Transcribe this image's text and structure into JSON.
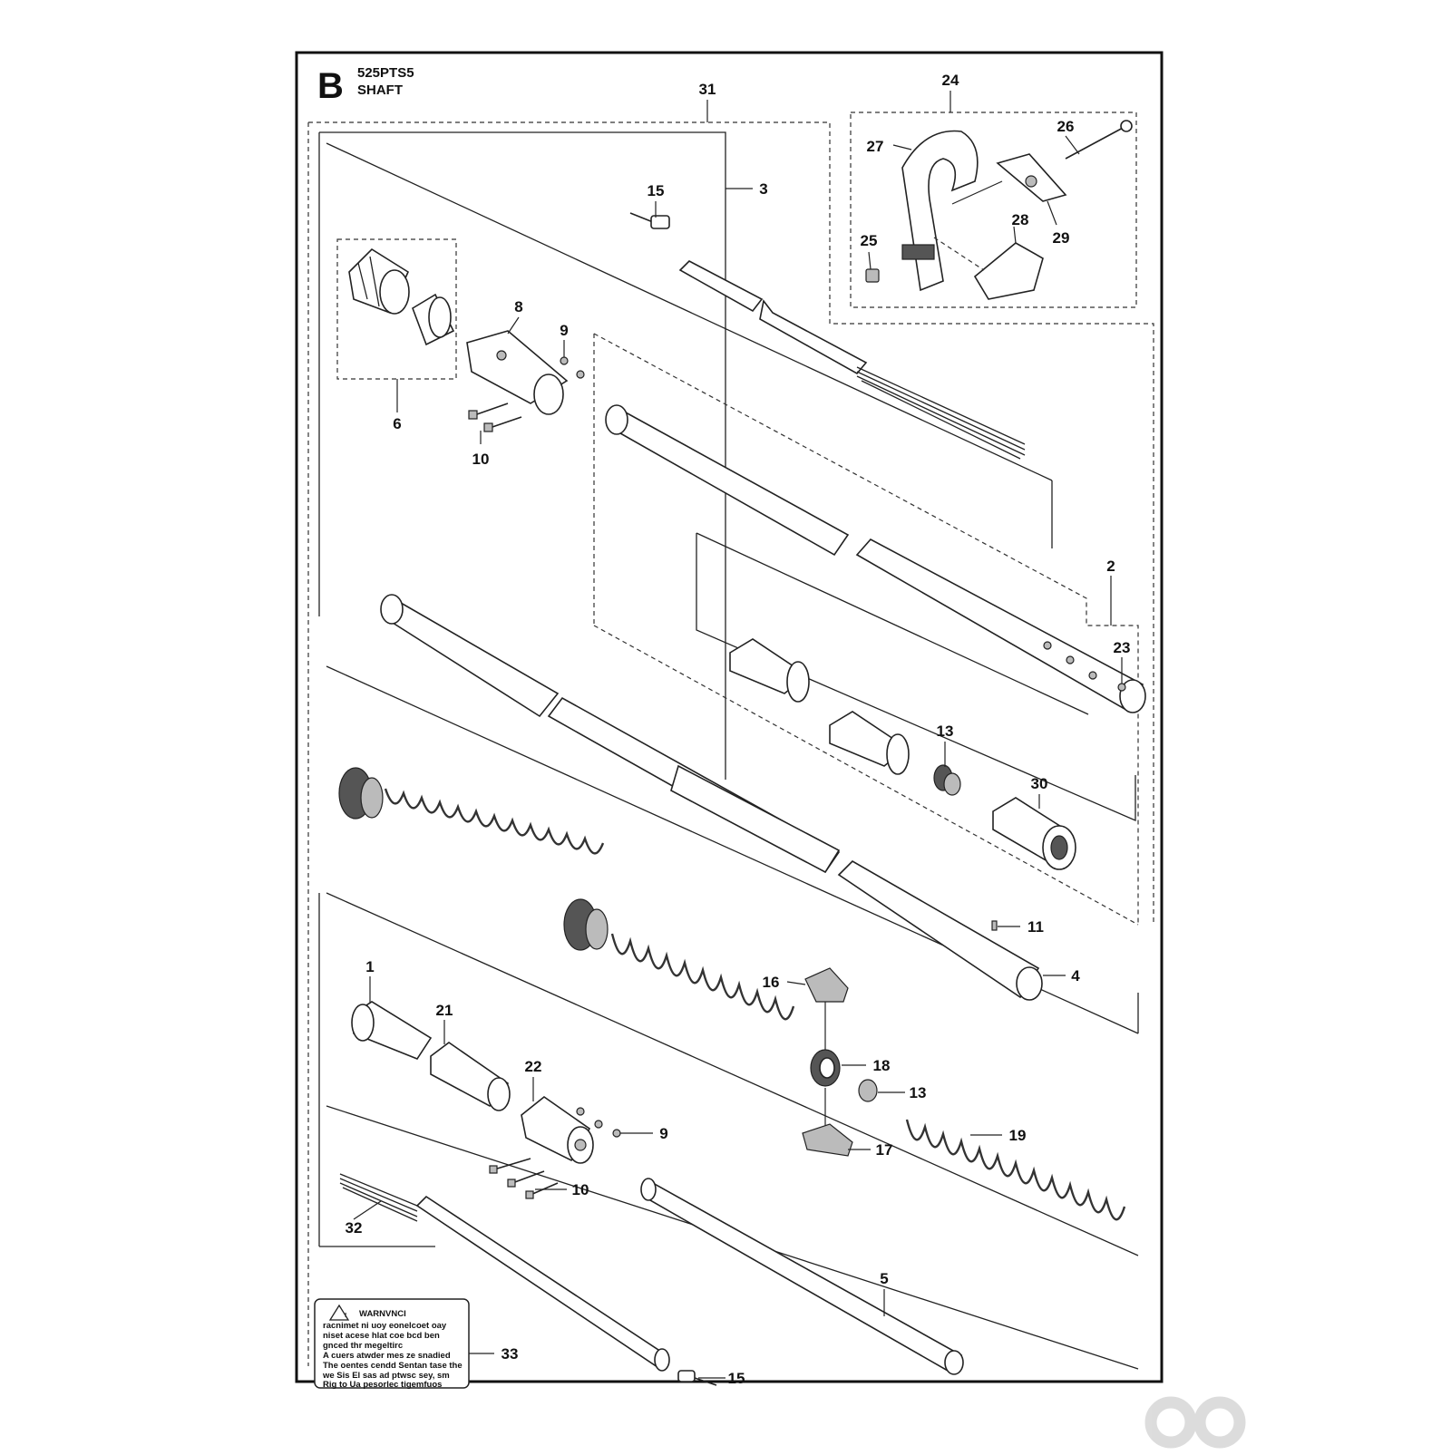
{
  "header": {
    "section_letter": "B",
    "model": "525PTS5",
    "title": "SHAFT"
  },
  "warning_label": {
    "heading": "WARNVNCI",
    "lines": [
      "racnimet ni uoy eonelcoet oay",
      "niset acese hlat coe bcd ben",
      "gnced thr megeltirc",
      "A cuers atwder mes ze snadied",
      "The oentes cendd Sentan tase the",
      "we Sis El sas ad ptwsc sey, sm",
      "Rig to Ua pesorlec tigemfuos"
    ]
  },
  "callouts": [
    "1",
    "2",
    "3",
    "4",
    "5",
    "6",
    "8",
    "9",
    "9",
    "10",
    "10",
    "11",
    "13",
    "13",
    "15",
    "15",
    "16",
    "17",
    "18",
    "19",
    "21",
    "22",
    "23",
    "24",
    "25",
    "26",
    "27",
    "28",
    "29",
    "30",
    "31",
    "32",
    "33"
  ],
  "watermark": {
    "icon": "watermark-logo-icon"
  }
}
